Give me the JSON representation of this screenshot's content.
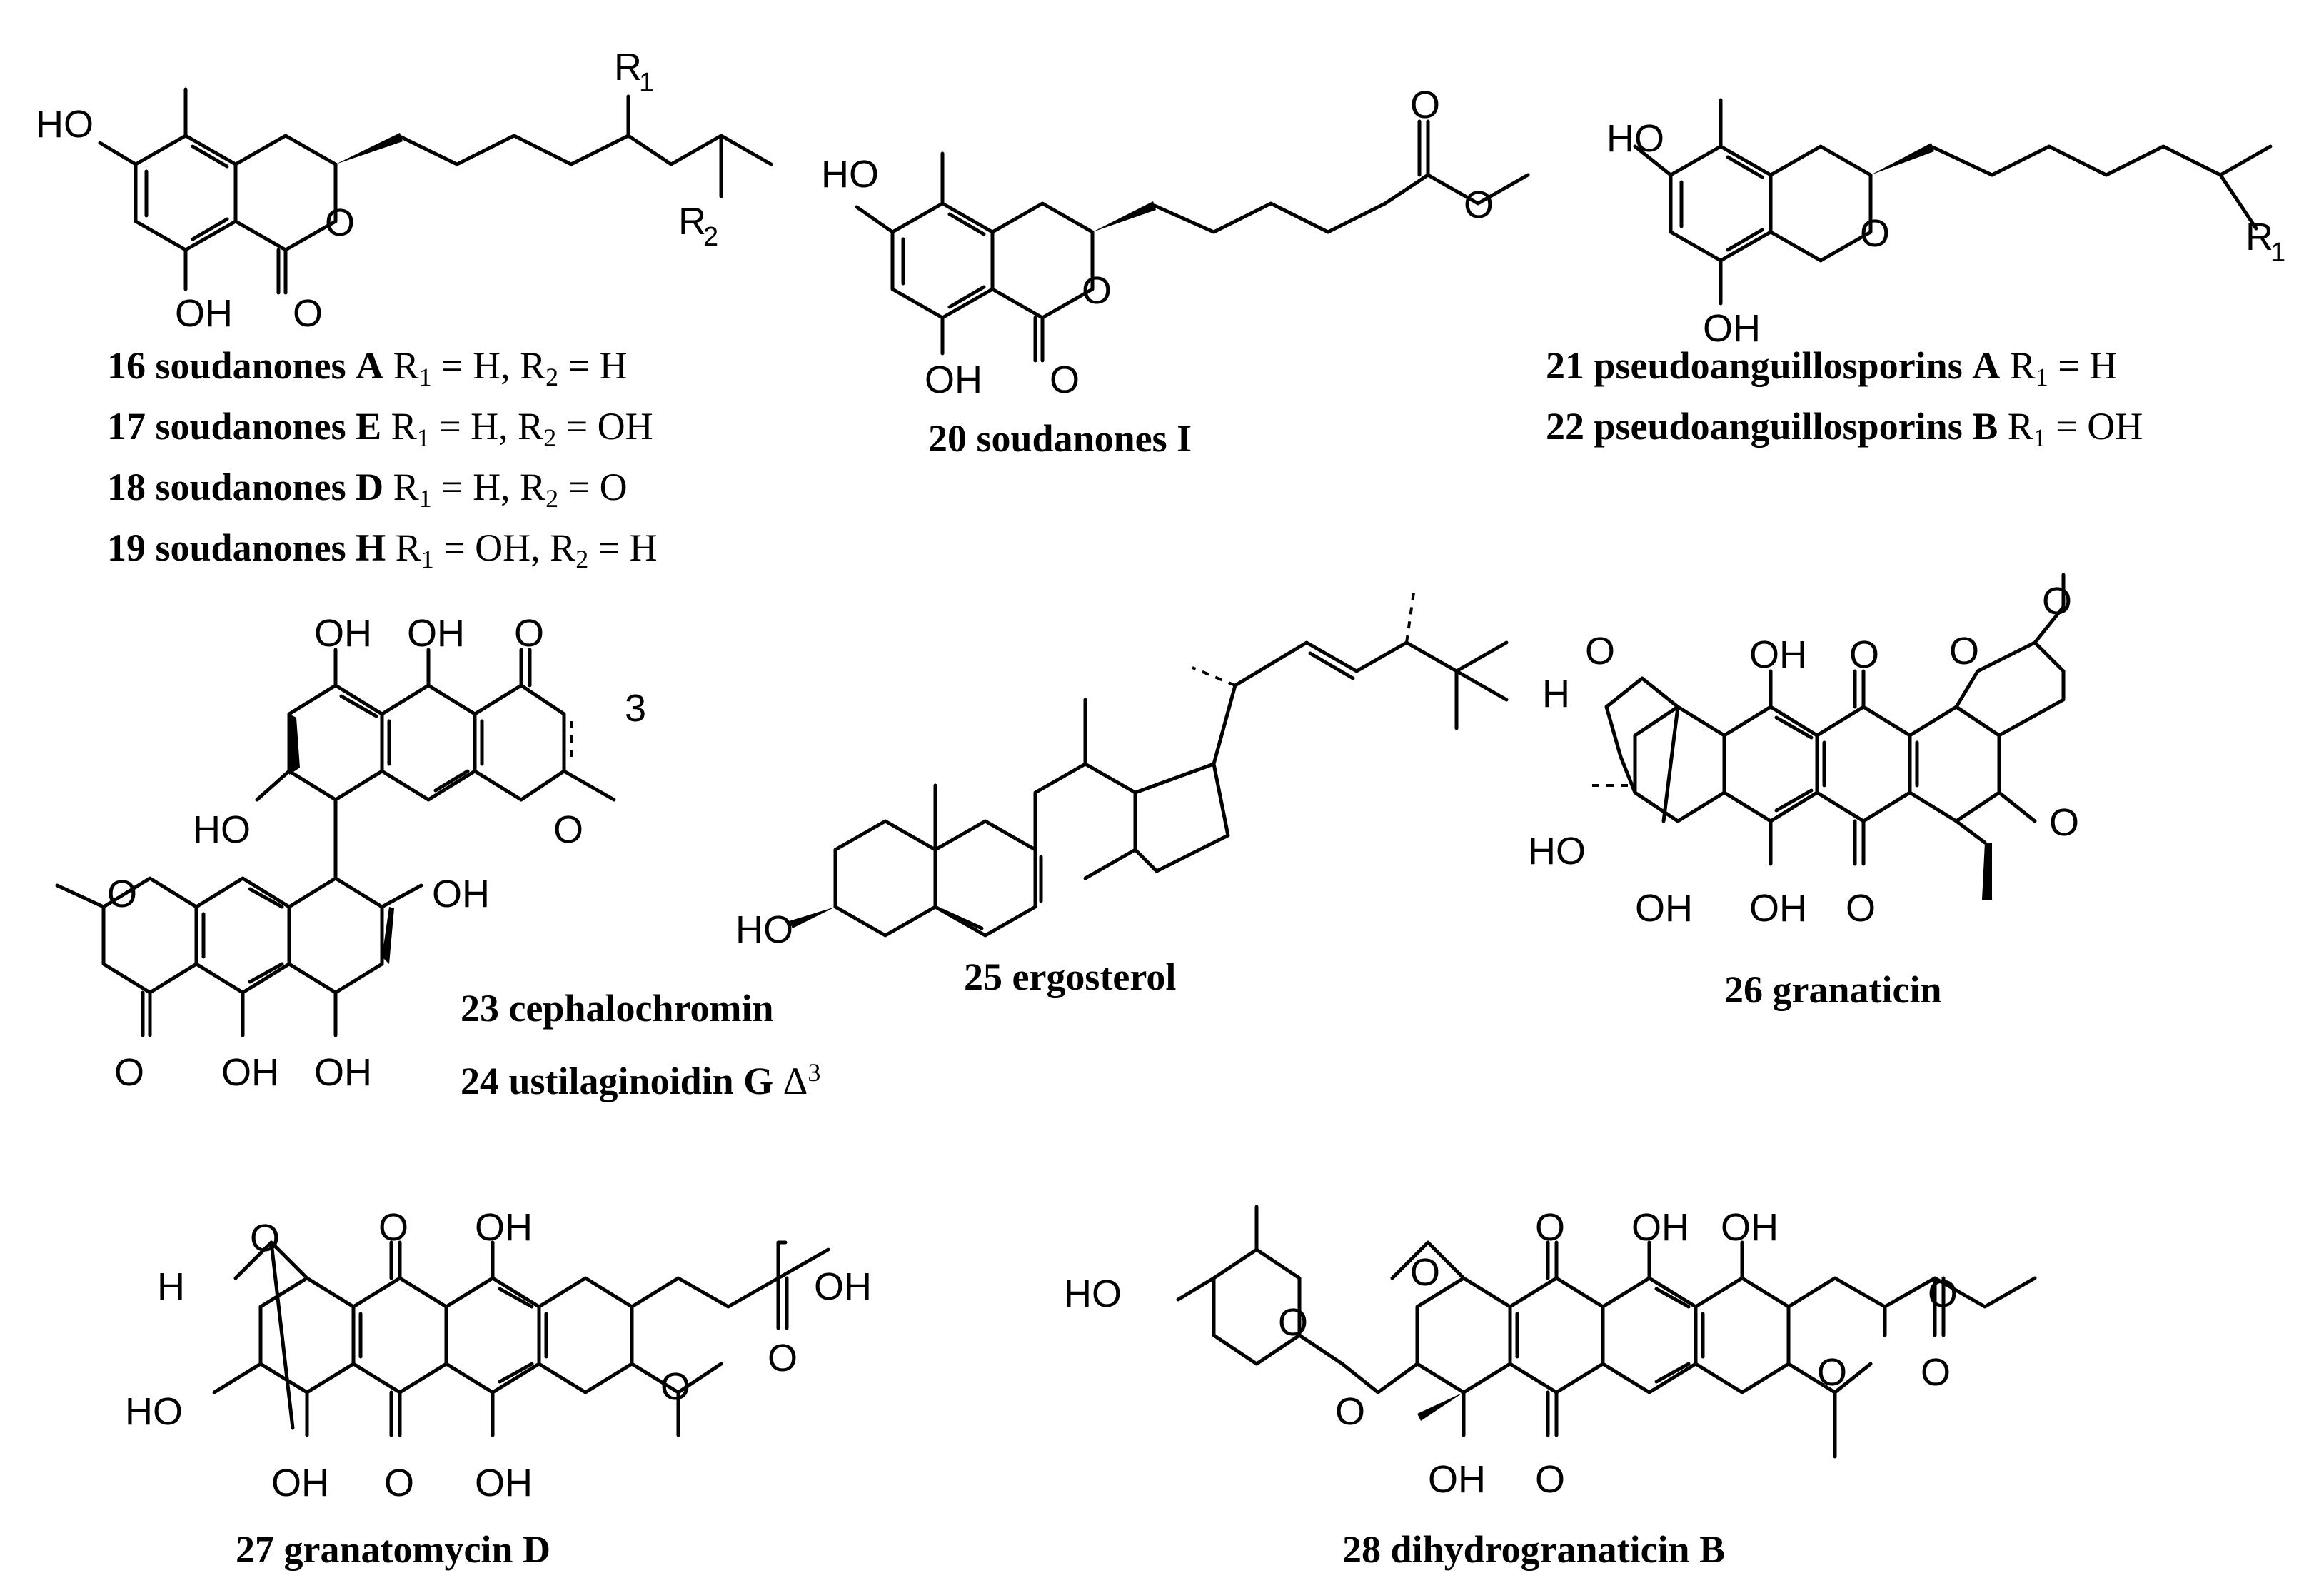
{
  "captions": {
    "c16": {
      "num": "16",
      "name": "soudanones",
      "letter": "A",
      "r1": "H",
      "r2": "H"
    },
    "c17": {
      "num": "17",
      "name": "soudanones",
      "letter": "E",
      "r1": "H",
      "r2": "OH"
    },
    "c18": {
      "num": "18",
      "name": "soudanones",
      "letter": "D",
      "r1": "H",
      "r2": "O"
    },
    "c19": {
      "num": "19",
      "name": "soudanones",
      "letter": "H",
      "r1": "OH",
      "r2": "H"
    },
    "c20": {
      "num": "20",
      "name": "soudanones I"
    },
    "c21": {
      "num": "21",
      "name": "pseudoanguillosporins",
      "letter": "A",
      "r1": "H"
    },
    "c22": {
      "num": "22",
      "name": "pseudoanguillosporins",
      "letter": "B",
      "r1": "OH"
    },
    "c23": {
      "num": "23",
      "name": "cephalochromin"
    },
    "c24": {
      "num": "24",
      "name": "ustilaginoidin G",
      "delta": "Δ",
      "pos": "3"
    },
    "c25": {
      "num": "25",
      "name": "ergosterol"
    },
    "c26": {
      "num": "26",
      "name": "granaticin"
    },
    "c27": {
      "num": "27",
      "name": "granatomycin D"
    },
    "c28": {
      "num": "28",
      "name": "dihydrogranaticin B"
    }
  },
  "labels": {
    "R": "R",
    "one": "1",
    "two": "2",
    "eq": " = ",
    "comma": ", ",
    "HO": "HO",
    "OH": "OH",
    "O": "O",
    "H": "H",
    "three": "3"
  }
}
